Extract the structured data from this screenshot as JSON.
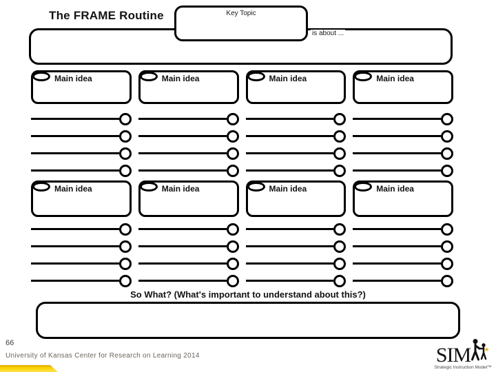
{
  "slide": {
    "title": "The FRAME Routine",
    "key_topic_label": "Key Topic",
    "is_about_label": "is about ...",
    "main_idea_label": "Main idea",
    "so_what_label": "So What? (What's important to understand about this?)",
    "page_number": "66",
    "credit": "University of Kansas Center for Research on Learning 2014"
  },
  "logo": {
    "wordmark": "SIM",
    "tagline": "Strategic Instruction Model™"
  },
  "colors": {
    "line_and_border": "#000000",
    "title_text": "#161312",
    "credit_text": "#6b645c",
    "accent_gold": "#ffd400",
    "star_gold": "#e6b321"
  },
  "structure": {
    "main_idea_sections": 2,
    "columns_per_section": 4,
    "detail_lines_per_column": 4
  }
}
